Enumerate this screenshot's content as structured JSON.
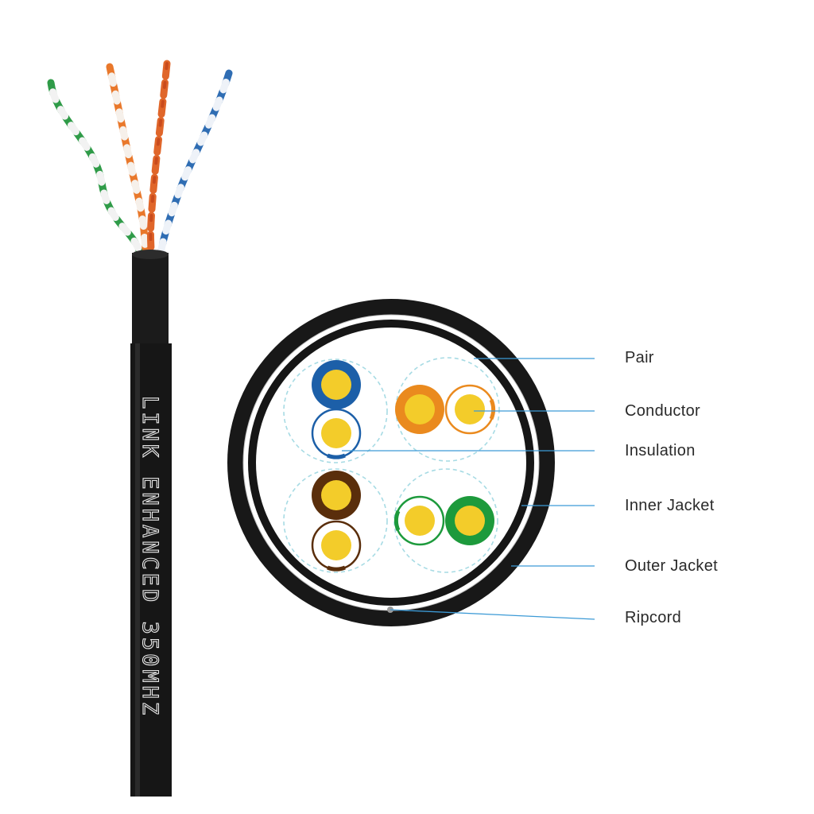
{
  "cable_print": "LINK ENHANCED 350MHZ",
  "labels": {
    "pair": "Pair",
    "conductor": "Conductor",
    "insulation": "Insulation",
    "inner_jacket": "Inner Jacket",
    "outer_jacket": "Outer Jacket",
    "ripcord": "Ripcord"
  },
  "colors": {
    "jacket": "#161616",
    "leader_line": "#3c9ad6",
    "conductor": "#f3cc2a",
    "blue": "#1c5fa8",
    "orange": "#ea8a1e",
    "brown": "#5a2e0b",
    "green": "#1d9a3c",
    "pair_ring": "#a7dbe4"
  }
}
